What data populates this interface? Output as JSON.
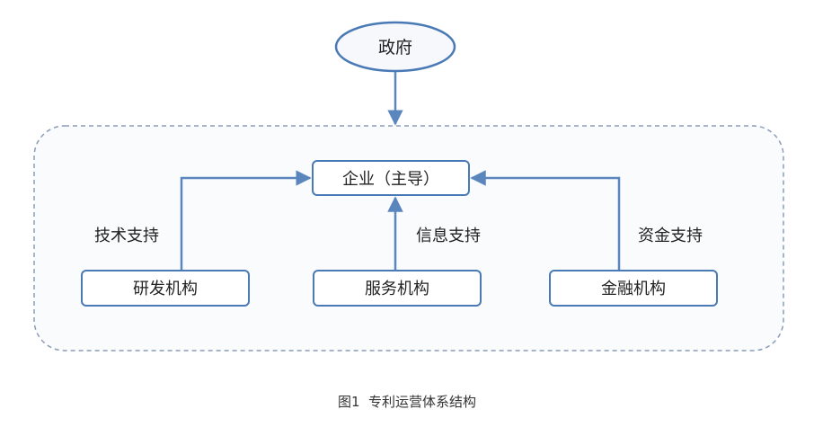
{
  "diagram": {
    "government": "政府",
    "enterprise": "企业（主导）",
    "nodes": {
      "rnd": "研发机构",
      "service": "服务机构",
      "finance": "金融机构"
    },
    "edges": {
      "tech_support": "技术支持",
      "info_support": "信息支持",
      "fund_support": "资金支持"
    }
  },
  "caption": "图1  专利运营体系结构",
  "colors": {
    "stroke": "#4a7ab6",
    "arrow": "#5a85bd",
    "dashed": "#8a9cb8",
    "oval_fill": "#f6f8fc",
    "box_fill": "#ffffff",
    "panel_fill": "#fafbfd",
    "text": "#222222"
  }
}
